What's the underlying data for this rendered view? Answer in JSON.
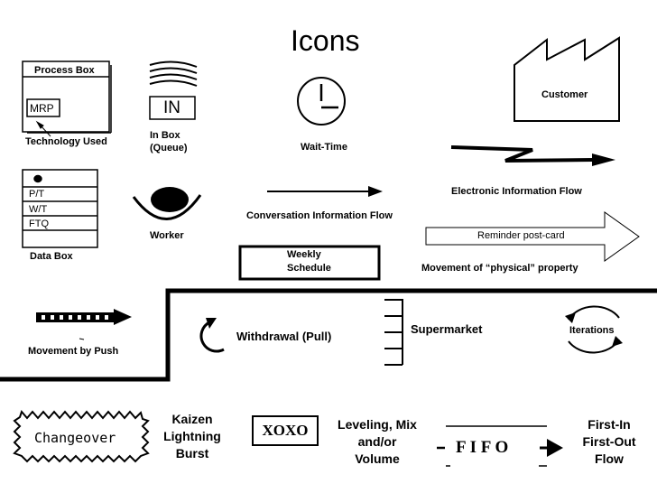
{
  "title": "Icons",
  "process_box": {
    "header": "Process Box",
    "inner": "MRP",
    "caption": "Technology Used"
  },
  "in_box": {
    "inner": "IN",
    "caption_line1": "In Box",
    "caption_line2": "(Queue)"
  },
  "wait_time": {
    "caption": "Wait-Time"
  },
  "customer": {
    "label": "Customer"
  },
  "electronic_flow": {
    "caption": "Electronic Information Flow"
  },
  "data_box": {
    "rows": [
      "P/T",
      "W/T",
      "FTQ"
    ],
    "caption": "Data Box"
  },
  "worker": {
    "caption": "Worker"
  },
  "conversation_flow": {
    "caption": "Conversation Information Flow"
  },
  "weekly_schedule": {
    "line1": "Weekly",
    "line2": "Schedule"
  },
  "reminder": {
    "label": "Reminder post-card",
    "caption": "Movement of “physical” property"
  },
  "push": {
    "caption": "Movement by Push"
  },
  "withdrawal": {
    "caption": "Withdrawal (Pull)"
  },
  "supermarket": {
    "caption": "Supermarket"
  },
  "iterations": {
    "caption": "Iterations"
  },
  "changeover": {
    "label": "Changeover"
  },
  "kaizen": {
    "line1": "Kaizen",
    "line2": "Lightning",
    "line3": "Burst"
  },
  "xoxo": {
    "label": "XOXO"
  },
  "leveling": {
    "line1": "Leveling, Mix",
    "line2": "and/or",
    "line3": "Volume"
  },
  "fifo": {
    "label": "F I F O"
  },
  "first_in": {
    "line1": "First-In",
    "line2": "First-Out",
    "line3": "Flow"
  }
}
